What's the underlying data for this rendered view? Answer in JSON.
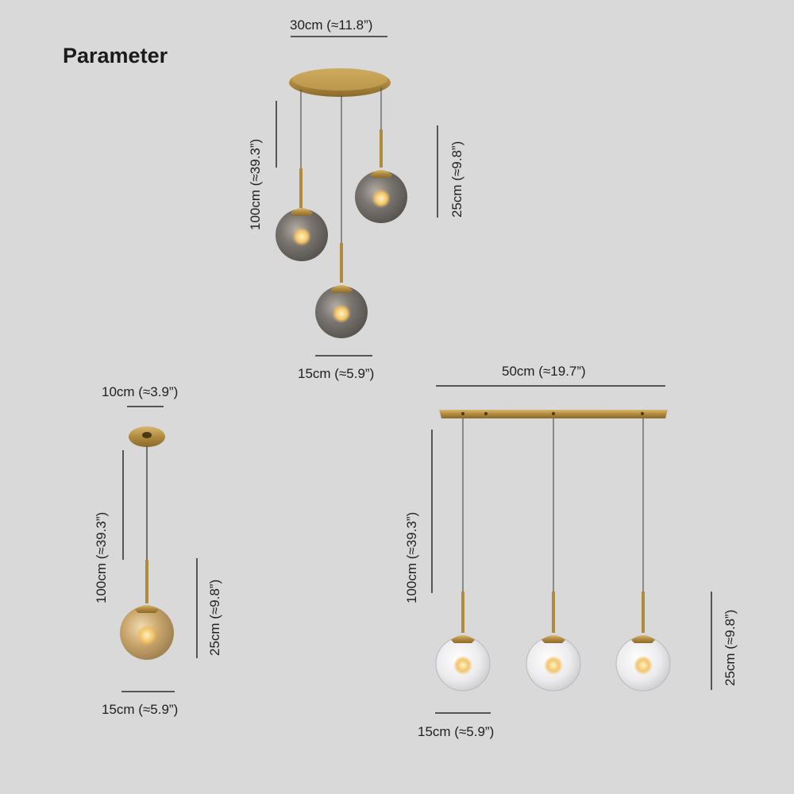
{
  "title": "Parameter",
  "products": {
    "round_canopy_three": {
      "canopy_width": "30cm (≈11.8”)",
      "cable_length": "100cm (≈39.3”)",
      "shade_height": "25cm (≈9.8”)",
      "shade_width": "15cm (≈5.9”)",
      "glass": "smoky-gray"
    },
    "single_pendant": {
      "canopy_width": "10cm (≈3.9”)",
      "cable_length": "100cm (≈39.3”)",
      "shade_height": "25cm (≈9.8”)",
      "shade_width": "15cm (≈5.9”)",
      "glass": "amber"
    },
    "linear_three": {
      "canopy_width": "50cm (≈19.7”)",
      "cable_length": "100cm (≈39.3”)",
      "shade_height": "25cm (≈9.8”)",
      "shade_width": "15cm (≈5.9”)",
      "glass": "clear"
    }
  },
  "colors": {
    "background": "#d9d9d9",
    "brass": "#b08a3e",
    "dimension_line": "#2a2a2a",
    "smoky_glass": "#6d6a66",
    "amber_glass": "#c9a66b",
    "clear_glass": "#e8e8ea"
  }
}
